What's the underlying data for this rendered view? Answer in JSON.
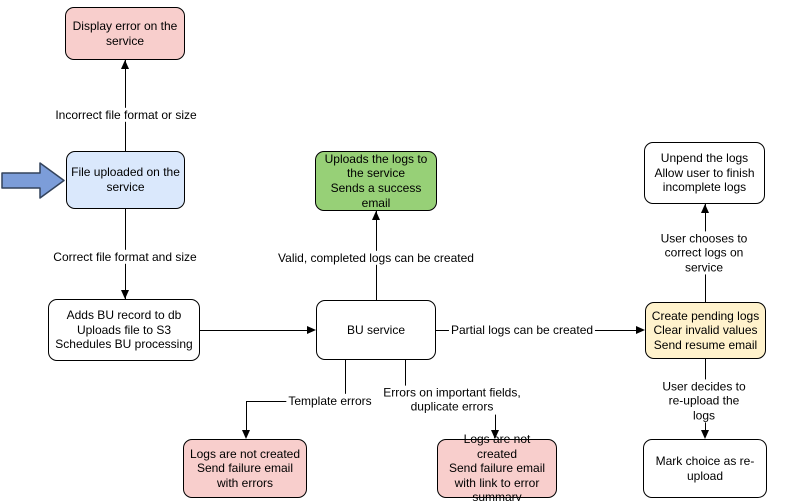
{
  "diagram": {
    "nodes": {
      "display_error": {
        "label": "Display error on the\nservice",
        "fill": "#f8cecc"
      },
      "file_uploaded": {
        "label": "File uploaded on the\nservice",
        "fill": "#dae8fc"
      },
      "adds_bu_record": {
        "label": "Adds BU record to db\nUploads file to S3\nSchedules BU processing",
        "fill": "#ffffff"
      },
      "bu_service": {
        "label": "BU service",
        "fill": "#ffffff"
      },
      "uploads_logs": {
        "label": "Uploads the logs to\nthe service\nSends a success\nemail",
        "fill": "#97d077"
      },
      "unpend_logs": {
        "label": "Unpend the logs\nAllow user to finish\nincomplete logs",
        "fill": "#ffffff"
      },
      "create_pending": {
        "label": "Create pending logs\nClear invalid values\nSend resume email",
        "fill": "#fff2cc"
      },
      "mark_choice": {
        "label": "Mark choice as re-\nupload",
        "fill": "#ffffff"
      },
      "logs_not_created_errors": {
        "label": "Logs are not created\nSend failure email\nwith errors",
        "fill": "#f8cecc"
      },
      "logs_not_created_summary": {
        "label": "Logs are not created\nSend failure email\nwith link to error\nsummary",
        "fill": "#f8cecc"
      }
    },
    "edge_labels": {
      "incorrect_format": "Incorrect file format or size",
      "correct_format": "Correct file format and size",
      "valid_logs": "Valid, completed logs can be created",
      "partial_logs": "Partial logs can be created",
      "user_chooses": "User chooses to correct logs on service",
      "user_decides": "User decides to re-upload the logs",
      "template_errors": "Template errors",
      "important_fields": "Errors on important fields,\nduplicate errors"
    },
    "entry_arrow": {
      "fill": "#7c9dd9",
      "stroke": "#33435c"
    }
  }
}
